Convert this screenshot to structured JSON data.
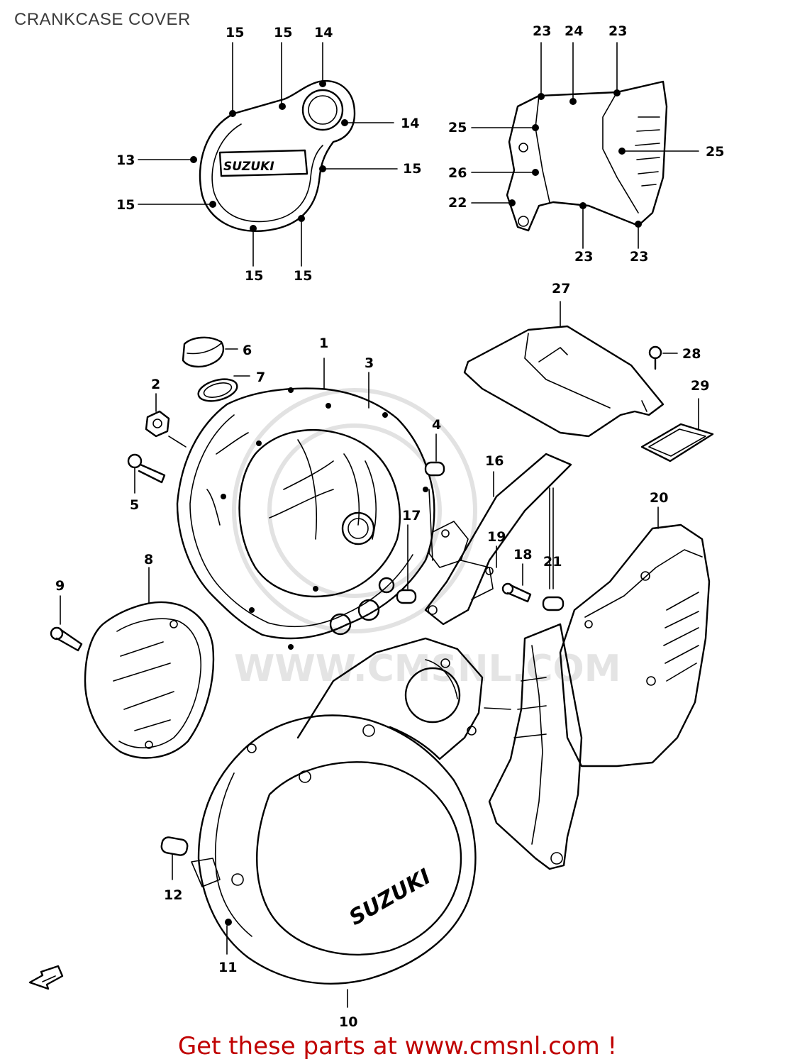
{
  "title": "CRANKCASE COVER",
  "footer": "Get these parts at www.cmsnl.com !",
  "brand_marks": [
    "SUZUKI",
    "SUZUKI"
  ],
  "watermark": "WWW.CMSNL.COM",
  "labels": {
    "l1": "1",
    "l2": "2",
    "l3": "3",
    "l4": "4",
    "l5": "5",
    "l6": "6",
    "l7": "7",
    "l8": "8",
    "l9": "9",
    "l10": "10",
    "l11": "11",
    "l12": "12",
    "l13": "13",
    "l14a": "14",
    "l14b": "14",
    "l15a": "15",
    "l15b": "15",
    "l15c": "15",
    "l15d": "15",
    "l15e": "15",
    "l15f": "15",
    "l16": "16",
    "l17": "17",
    "l18": "18",
    "l19": "19",
    "l20": "20",
    "l21": "21",
    "l22": "22",
    "l23a": "23",
    "l23b": "23",
    "l23c": "23",
    "l23d": "23",
    "l24": "24",
    "l25a": "25",
    "l25b": "25",
    "l26": "26",
    "l27": "27",
    "l28": "28",
    "l29": "29"
  },
  "colors": {
    "footer_text": "#c00000",
    "title_text": "#3c3c3c",
    "line": "#000000"
  }
}
